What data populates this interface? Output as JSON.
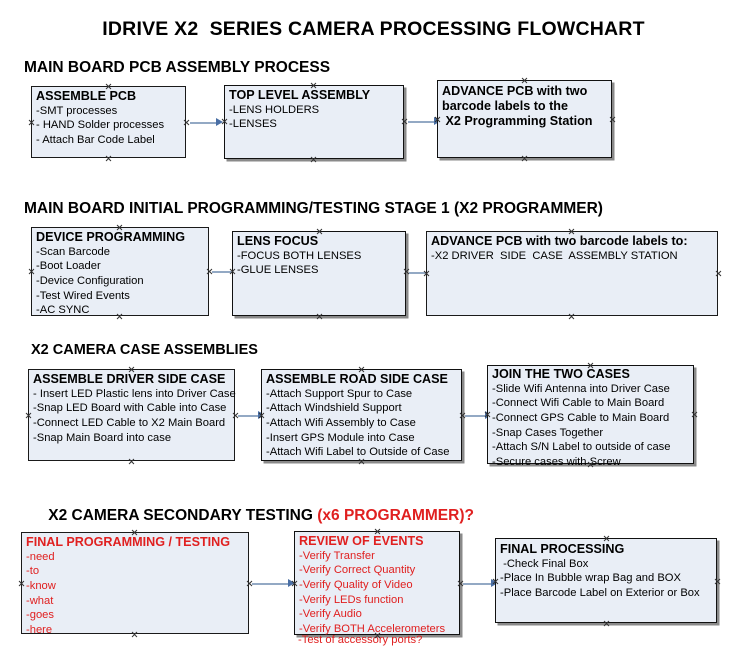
{
  "title": "IDRIVE X2  SERIES CAMERA PROCESSING FLOWCHART",
  "colors": {
    "box_fill": "#e9eef6",
    "box_border": "#1a1a1a",
    "text": "#000000",
    "accent_red": "#e02020",
    "arrow_shaft": "#93a9c4",
    "arrow_head": "#4a6fa5",
    "background": "#ffffff"
  },
  "sections": [
    {
      "header": "MAIN BOARD PCB ASSEMBLY PROCESS",
      "header_red": "",
      "boxes": [
        {
          "title": "ASSEMBLE PCB",
          "lines": [
            "-SMT processes",
            "- HAND Solder processes",
            "- Attach Bar Code Label"
          ]
        },
        {
          "title": "TOP LEVEL ASSEMBLY",
          "lines": [
            "-LENS HOLDERS",
            "-LENSES"
          ]
        },
        {
          "title": "ADVANCE PCB with two",
          "lines": [
            "barcode labels to the",
            " X2 Programming Station"
          ]
        }
      ]
    },
    {
      "header": "MAIN BOARD INITIAL PROGRAMMING/TESTING STAGE 1 (X2 PROGRAMMER)",
      "header_red": "",
      "boxes": [
        {
          "title": "DEVICE PROGRAMMING",
          "lines": [
            "-Scan Barcode",
            "-Boot Loader",
            "-Device Configuration",
            "-Test Wired Events",
            "-AC SYNC"
          ]
        },
        {
          "title": "LENS FOCUS",
          "lines": [
            "-FOCUS BOTH LENSES",
            "-GLUE LENSES"
          ]
        },
        {
          "title": "ADVANCE PCB with two barcode labels to:",
          "lines": [
            "-X2 DRIVER  SIDE  CASE  ASSEMBLY STATION"
          ]
        }
      ]
    },
    {
      "header": "X2 CAMERA CASE ASSEMBLIES",
      "header_red": "",
      "boxes": [
        {
          "title": "ASSEMBLE DRIVER SIDE CASE",
          "lines": [
            "- Insert LED Plastic lens into Driver Case",
            "-Snap LED Board with Cable into Case",
            "-Connect LED Cable to X2 Main Board",
            "-Snap Main Board into case"
          ]
        },
        {
          "title": "ASSEMBLE ROAD SIDE CASE",
          "lines": [
            "-Attach Support Spur to Case",
            "-Attach Windshield Support",
            "-Attach Wifi Assembly to Case",
            "-Insert GPS Module into Case",
            "-Attach Wifi Label to Outside of Case"
          ]
        },
        {
          "title": "JOIN THE TWO CASES",
          "lines": [
            "-Slide Wifi Antenna into Driver Case",
            "-Connect Wifi Cable to Main Board",
            "-Connect GPS Cable to Main Board",
            "-Snap Cases Together",
            "-Attach S/N Label to outside of case",
            "-Secure cases with Screw"
          ]
        }
      ]
    },
    {
      "header": "X2 CAMERA SECONDARY TESTING ",
      "header_red": "(x6 PROGRAMMER)?",
      "boxes": [
        {
          "title": "FINAL PROGRAMMING / TESTING",
          "lines": [
            "-need",
            "-to",
            "-know",
            "-what",
            "-goes",
            "-here"
          ]
        },
        {
          "title": "REVIEW OF EVENTS",
          "lines": [
            "-Verify Transfer",
            "-Verify Correct Quantity",
            "-Verify Quality of Video",
            "-Verify LEDs function",
            "-Verify Audio",
            "-Verify BOTH Accelerometers"
          ],
          "overflow_line": "-Test of accessory ports?"
        },
        {
          "title": "FINAL PROCESSING",
          "lines": [
            " -Check Final Box",
            "-Place In Bubble wrap Bag and BOX",
            "-Place Barcode Label on Exterior or Box"
          ]
        }
      ]
    }
  ]
}
